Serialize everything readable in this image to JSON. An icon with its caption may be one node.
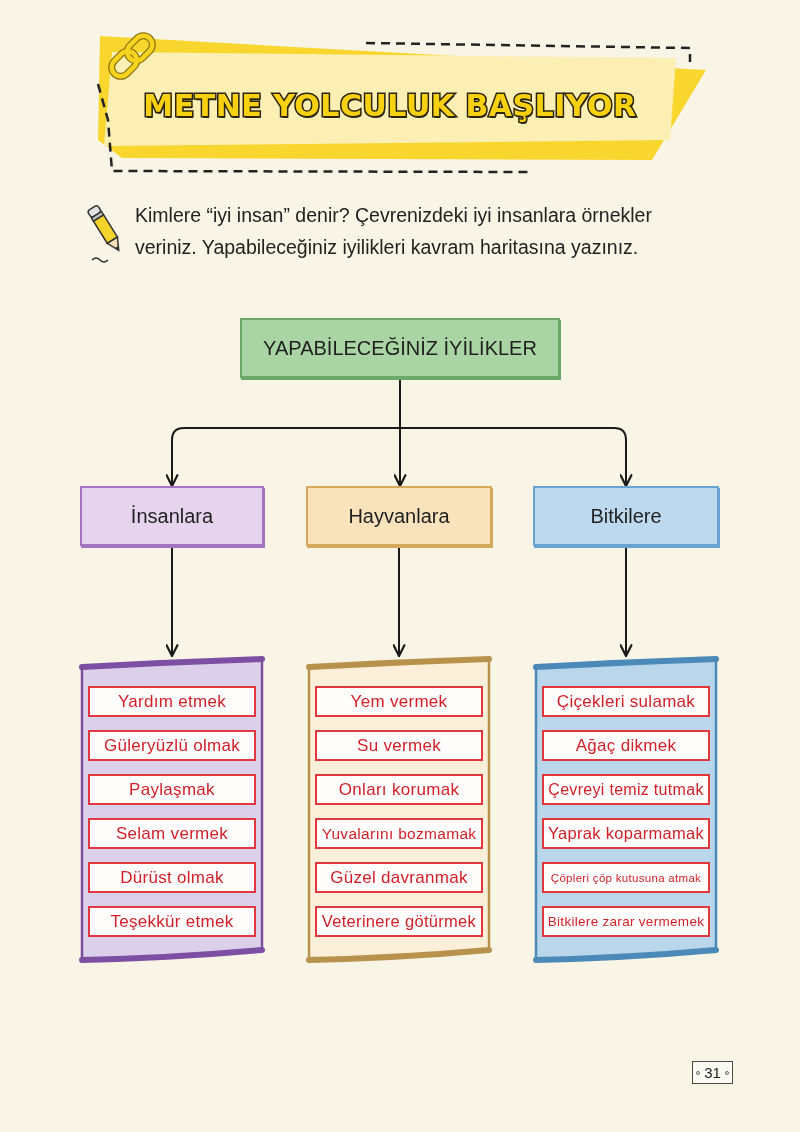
{
  "diagram": {
    "title": "METNE YOLCULUK BAŞLIYOR",
    "nodes": [
      {
        "text": [
          "YAPABİLECEĞİNİZ İYİLİKLER"
        ]
      },
      {
        "text": [
          "İnsanlara"
        ]
      },
      {
        "text": [
          "Hayvanlara"
        ]
      },
      {
        "text": [
          "Bitkilere"
        ]
      },
      {
        "text": [],
        "shape": "box"
      },
      {
        "text": [
          "Yardım etmek"
        ],
        "in": 4
      },
      {
        "text": [
          "Güleryüzlü olmak"
        ],
        "in": 4
      },
      {
        "text": [
          "Paylaşmak"
        ],
        "in": 4
      },
      {
        "text": [
          "Selam vermek"
        ],
        "in": 4
      },
      {
        "text": [
          "Dürüst olmak"
        ],
        "in": 4
      },
      {
        "text": [
          "Teşekkür etmek"
        ],
        "in": 4
      },
      {
        "text": [],
        "shape": "box"
      },
      {
        "text": [
          "Yem vermek"
        ],
        "in": 11
      },
      {
        "text": [
          "Su vermek"
        ],
        "in": 11
      },
      {
        "text": [
          "Onları korumak"
        ],
        "in": 11
      },
      {
        "text": [
          "Yuvalarını bozmamak"
        ],
        "in": 11
      },
      {
        "text": [
          "Güzel davranmak"
        ],
        "in": 11
      },
      {
        "text": [
          "Veterinere götürmek"
        ],
        "in": 11
      },
      {
        "text": [],
        "shape": "box"
      },
      {
        "text": [
          "Çiçekleri sulamak"
        ],
        "in": 18
      },
      {
        "text": [
          "Ağaç dikmek"
        ],
        "in": 18
      },
      {
        "text": [
          "Çevreyi temiz tutmak"
        ],
        "in": 18
      },
      {
        "text": [
          "Yaprak koparmamak"
        ],
        "in": 18
      },
      {
        "text": [
          "Çöpleri çöp kutusuna atmak"
        ],
        "in": 18
      },
      {
        "text": [
          "Bitkilere zarar vermemek"
        ],
        "in": 18
      }
    ],
    "edges": [
      {
        "from": 0,
        "to": 1,
        "arrow": "to"
      },
      {
        "from": 0,
        "to": 2,
        "arrow": "to"
      },
      {
        "from": 0,
        "to": 3,
        "arrow": "to"
      },
      {
        "from": 1,
        "to": 4,
        "arrow": "to"
      },
      {
        "from": 2,
        "to": 11,
        "arrow": "to"
      },
      {
        "from": 3,
        "to": 18,
        "arrow": "to"
      }
    ],
    "labels": [
      "Kimlere “iyi insan” denir? Çevrenizdeki iyi insanlara örnekler veriniz. Yapabileceğiniz iyilikleri kavram haritasına yazınız.",
      "31"
    ]
  }
}
